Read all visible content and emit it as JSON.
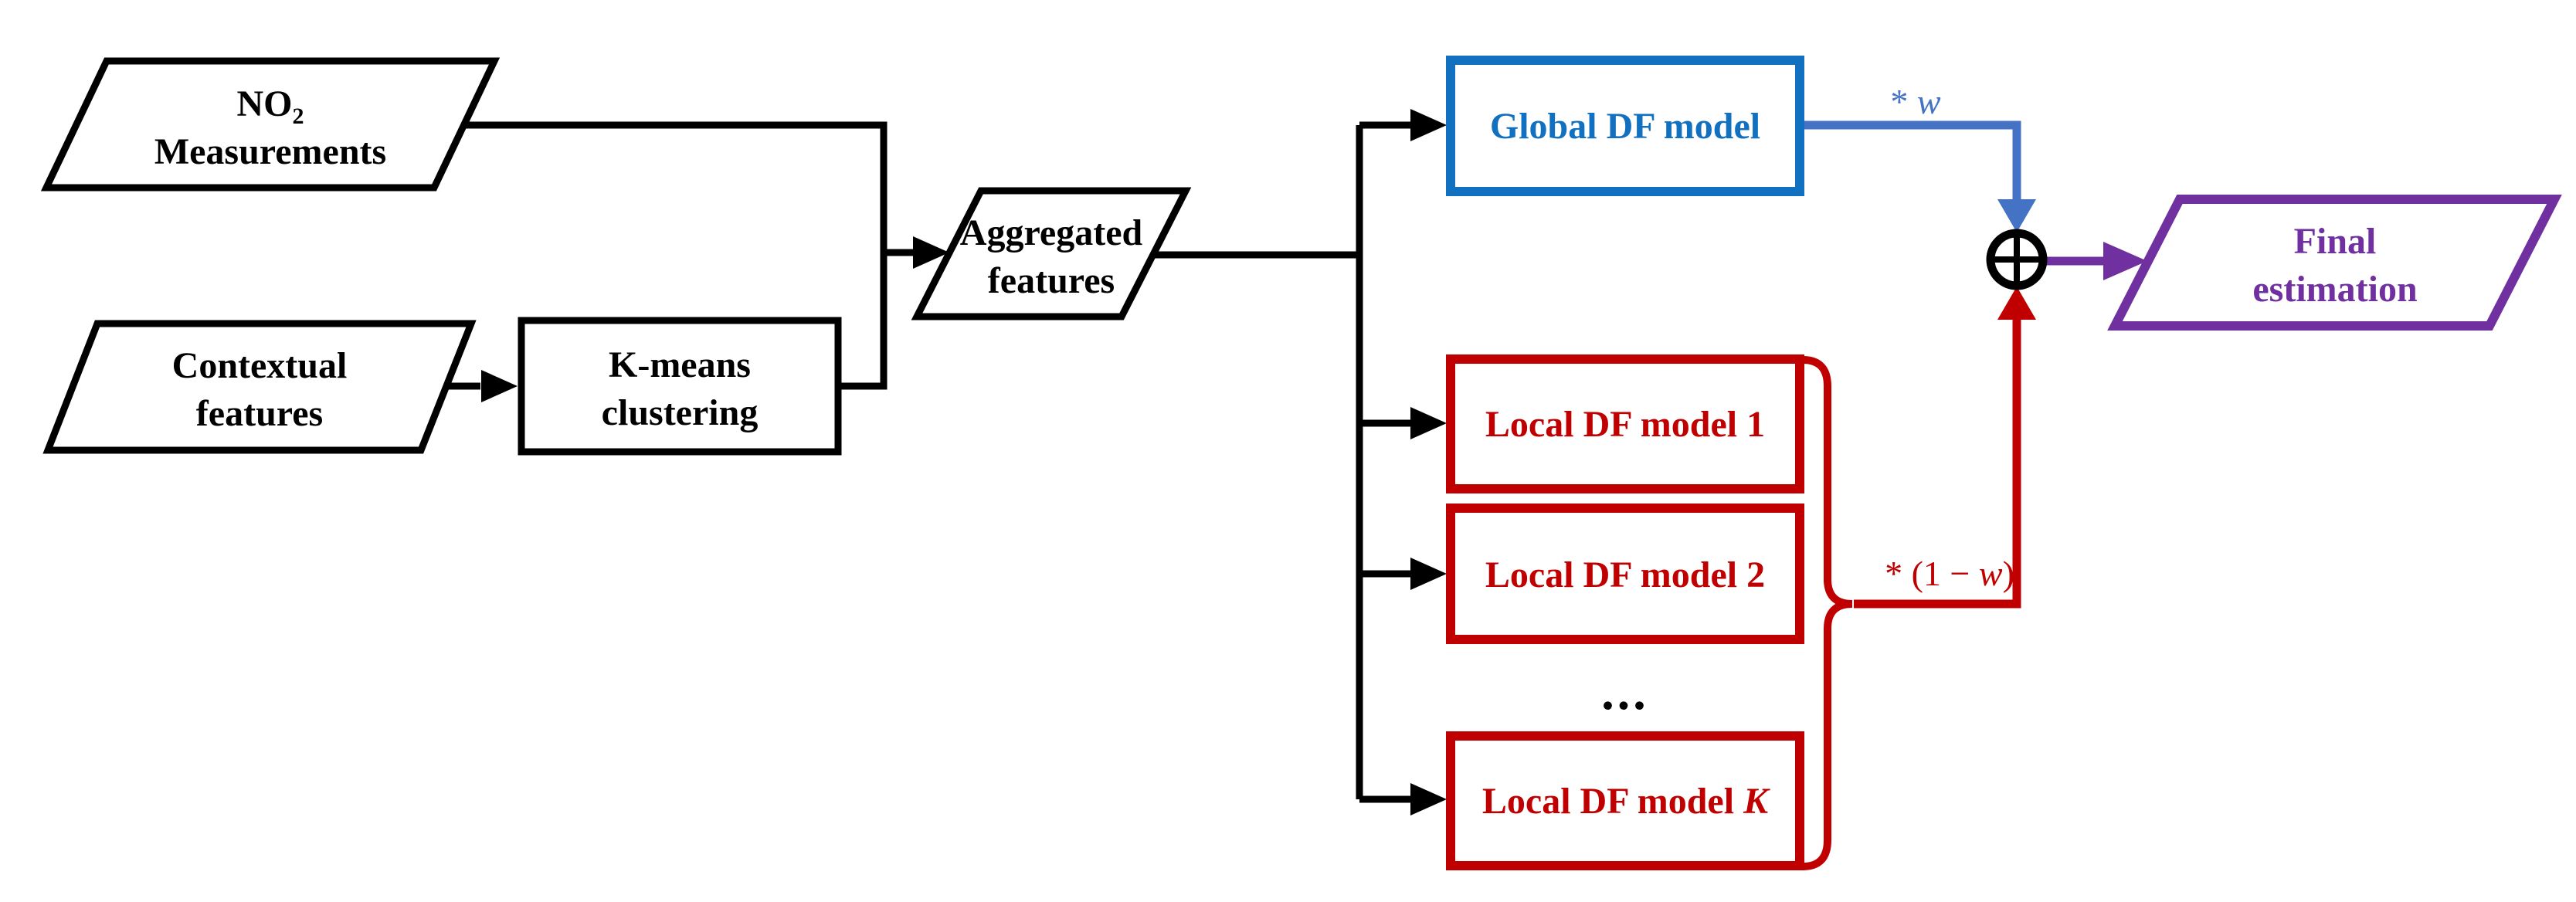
{
  "figure": {
    "type": "flow-diagram",
    "background": "#ffffff",
    "colors": {
      "black": "#000000",
      "blue_box": "#1170C0",
      "blue_line": "#4472C4",
      "red": "#C00000",
      "purple": "#7030A0"
    },
    "nodes": {
      "no2_measurements": {
        "shape": "parallelogram",
        "color": "#000000",
        "line1_base": "NO",
        "line1_sub": "2",
        "line2": "Measurements"
      },
      "contextual_features": {
        "shape": "parallelogram",
        "color": "#000000",
        "line1": "Contextual",
        "line2": "features"
      },
      "kmeans_clustering": {
        "shape": "rectangle",
        "color": "#000000",
        "line1": "K-means",
        "line2": "clustering"
      },
      "aggregated_features": {
        "shape": "parallelogram",
        "color": "#000000",
        "line1": "Aggregated",
        "line2": "features"
      },
      "global_df_model": {
        "shape": "rectangle",
        "color": "#1170C0",
        "label": "Global DF model"
      },
      "local_df_model_1": {
        "shape": "rectangle",
        "color": "#C00000",
        "label": "Local DF model 1"
      },
      "local_df_model_2": {
        "shape": "rectangle",
        "color": "#C00000",
        "label": "Local DF model 2"
      },
      "local_df_model_k": {
        "shape": "rectangle",
        "color": "#C00000",
        "label_prefix": "Local DF model ",
        "label_var": "K"
      },
      "final_estimation": {
        "shape": "parallelogram",
        "color": "#7030A0",
        "line1": "Final",
        "line2": "estimation"
      }
    },
    "ellipsis": "...",
    "operator": {
      "name": "weighted-sum-circled-plus"
    },
    "edge_labels": {
      "global_weight_prefix": "* ",
      "global_weight_var": "w",
      "local_weight_prefix": "* (1 − ",
      "local_weight_var": "w",
      "local_weight_suffix": ")"
    }
  }
}
